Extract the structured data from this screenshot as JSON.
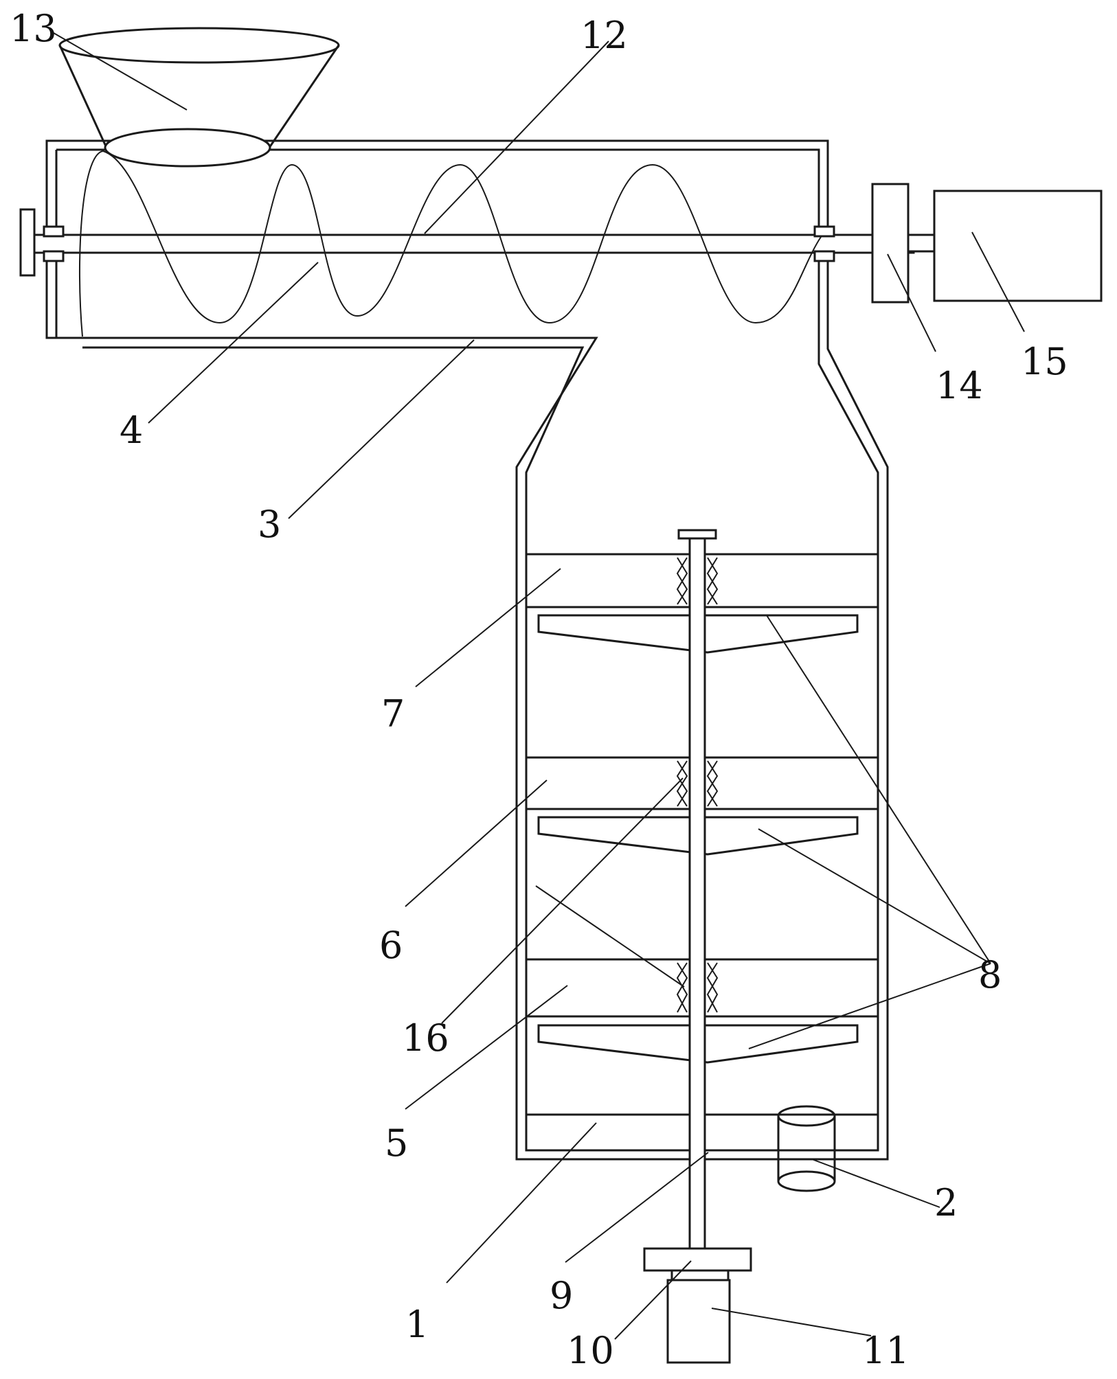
{
  "diagram": {
    "labels": {
      "l1": "1",
      "l2": "2",
      "l3": "3",
      "l4": "4",
      "l5": "5",
      "l6": "6",
      "l7": "7",
      "l8": "8",
      "l9": "9",
      "l10": "10",
      "l11": "11",
      "l12": "12",
      "l13": "13",
      "l14": "14",
      "l15": "15",
      "l16": "16"
    }
  },
  "colors": {
    "stroke": "#1a1a1a",
    "background": "#ffffff"
  }
}
